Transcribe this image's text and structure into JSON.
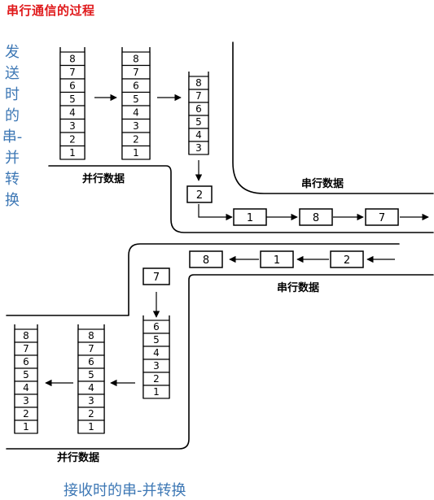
{
  "title": "串行通信的过程",
  "send_caption": "发送时的串-并转换",
  "receive_caption": "接收时的串-并转换",
  "labels": {
    "parallel_data": "并行数据",
    "serial_data": "串行数据"
  },
  "send": {
    "register_1": [
      "8",
      "7",
      "6",
      "5",
      "4",
      "3",
      "2",
      "1"
    ],
    "register_2": [
      "8",
      "7",
      "6",
      "5",
      "4",
      "3",
      "2",
      "1"
    ],
    "register_3": [
      "8",
      "7",
      "6",
      "5",
      "4",
      "3"
    ],
    "shifting_bit": "2",
    "serial_bits": [
      "1",
      "8",
      "7"
    ]
  },
  "receive": {
    "serial_bits": [
      "8",
      "1",
      "2"
    ],
    "shifting_bit": "7",
    "register_1": [
      "6",
      "5",
      "4",
      "3",
      "2",
      "1"
    ],
    "register_2": [
      "8",
      "7",
      "6",
      "5",
      "4",
      "3",
      "2",
      "1"
    ],
    "register_3": [
      "8",
      "7",
      "6",
      "5",
      "4",
      "3",
      "2",
      "1"
    ]
  },
  "colors": {
    "title": "#e0191b",
    "caption": "#3e78b5",
    "line": "#000000"
  }
}
